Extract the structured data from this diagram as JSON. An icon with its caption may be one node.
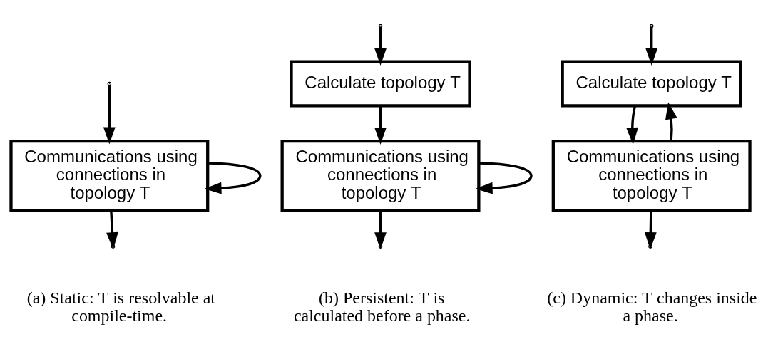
{
  "diagram": {
    "nodes": [
      {
        "text": [
          "Communications using connections in topology T"
        ]
      },
      {
        "text": [
          "Calculate topology T"
        ]
      },
      {
        "text": [
          "Communications using connections in topology T"
        ]
      },
      {
        "text": [
          "Calculate topology T"
        ]
      },
      {
        "text": [
          "Communications using connections in topology T"
        ]
      }
    ],
    "edges": [
      {
        "from": null,
        "to": 0,
        "arrow": "to"
      },
      {
        "from": 0,
        "to": 0,
        "arrow": "to"
      },
      {
        "from": 0,
        "to": null,
        "arrow": "to"
      },
      {
        "from": null,
        "to": 1,
        "arrow": "to"
      },
      {
        "from": 1,
        "to": 2,
        "arrow": "to"
      },
      {
        "from": 2,
        "to": 2,
        "arrow": "to"
      },
      {
        "from": 2,
        "to": null,
        "arrow": "to"
      },
      {
        "from": null,
        "to": 3,
        "arrow": "to"
      },
      {
        "from": 3,
        "to": 4,
        "arrow": "to"
      },
      {
        "from": 4,
        "to": 3,
        "arrow": "to"
      },
      {
        "from": 4,
        "to": null,
        "arrow": "to"
      }
    ],
    "labels": [
      "(a) Static: T is resolvable at compile-time.",
      "(b) Persistent: T is calculated before a phase.",
      "(c) Dynamic: T changes inside a phase."
    ]
  }
}
